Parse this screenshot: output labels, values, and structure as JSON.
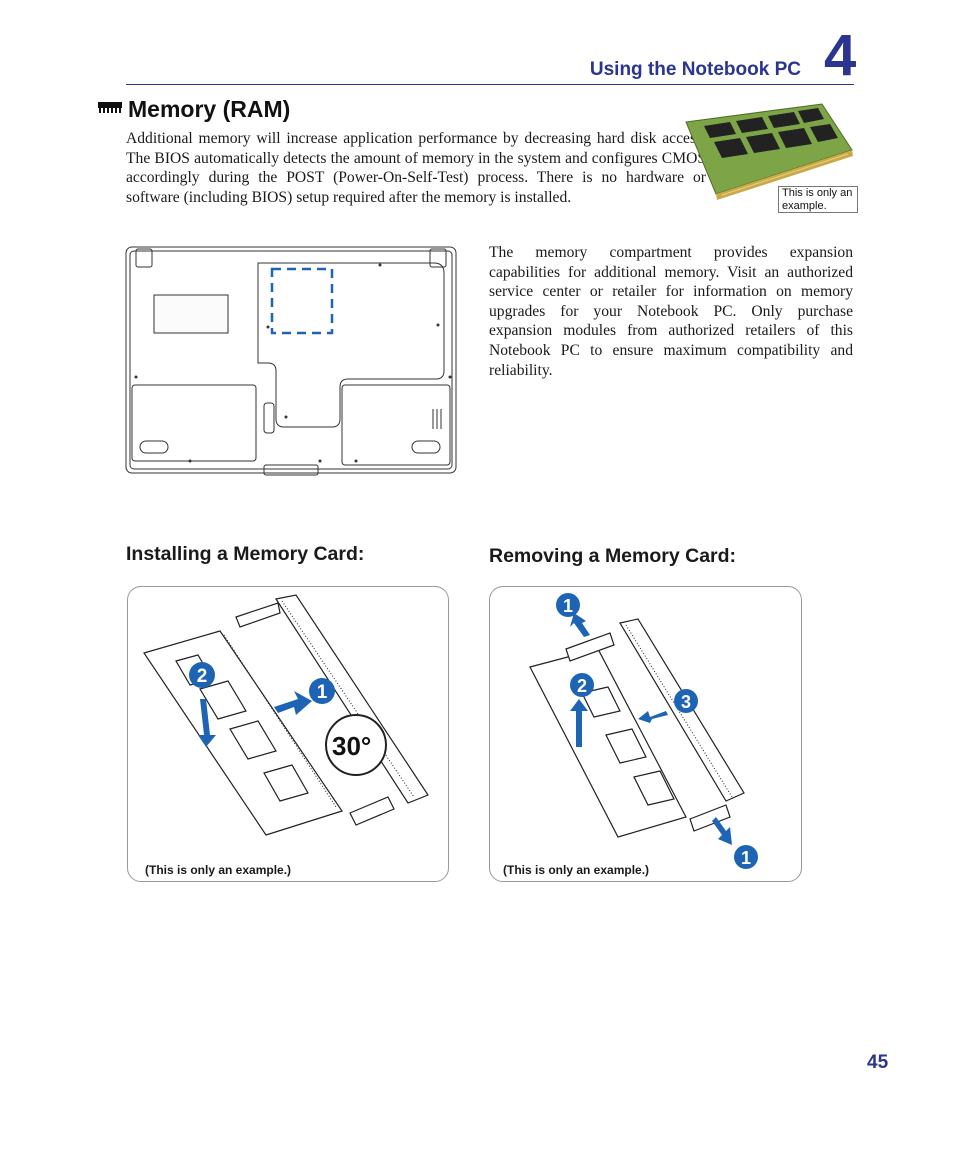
{
  "header": {
    "title": "Using the Notebook PC",
    "chapter": "4"
  },
  "section": {
    "title": "Memory (RAM)",
    "intro": "Additional memory will increase application performance by decreasing hard disk access. The BIOS automatically detects the amount of memory in the system and configures CMOS accordingly during the POST (Power-On-Self-Test) process. There is no hardware or software (including BIOS) setup required after the memory is installed.",
    "photo_note": "This is only an example.",
    "compartment_text": "The memory compartment provides expansion capabilities for additional memory. Visit an authorized service center or retailer for information on memory upgrades for your Notebook PC. Only purchase expansion modules from authorized retailers of this Notebook PC to ensure maximum compatibility and reliability."
  },
  "install": {
    "title": "Installing a Memory Card:",
    "note": "(This is only an example.)",
    "angle_label": "30°",
    "step_labels": [
      "1",
      "2"
    ]
  },
  "remove": {
    "title": "Removing a Memory Card:",
    "note": "(This is only an example.)",
    "step_labels": [
      "1",
      "2",
      "3",
      "1"
    ]
  },
  "page_number": "45",
  "colors": {
    "heading_blue": "#2a3590",
    "step_blue": "#1e64b4",
    "highlight_dash": "#1e64b4",
    "ram_pcb_green": "#6f9a3c"
  }
}
